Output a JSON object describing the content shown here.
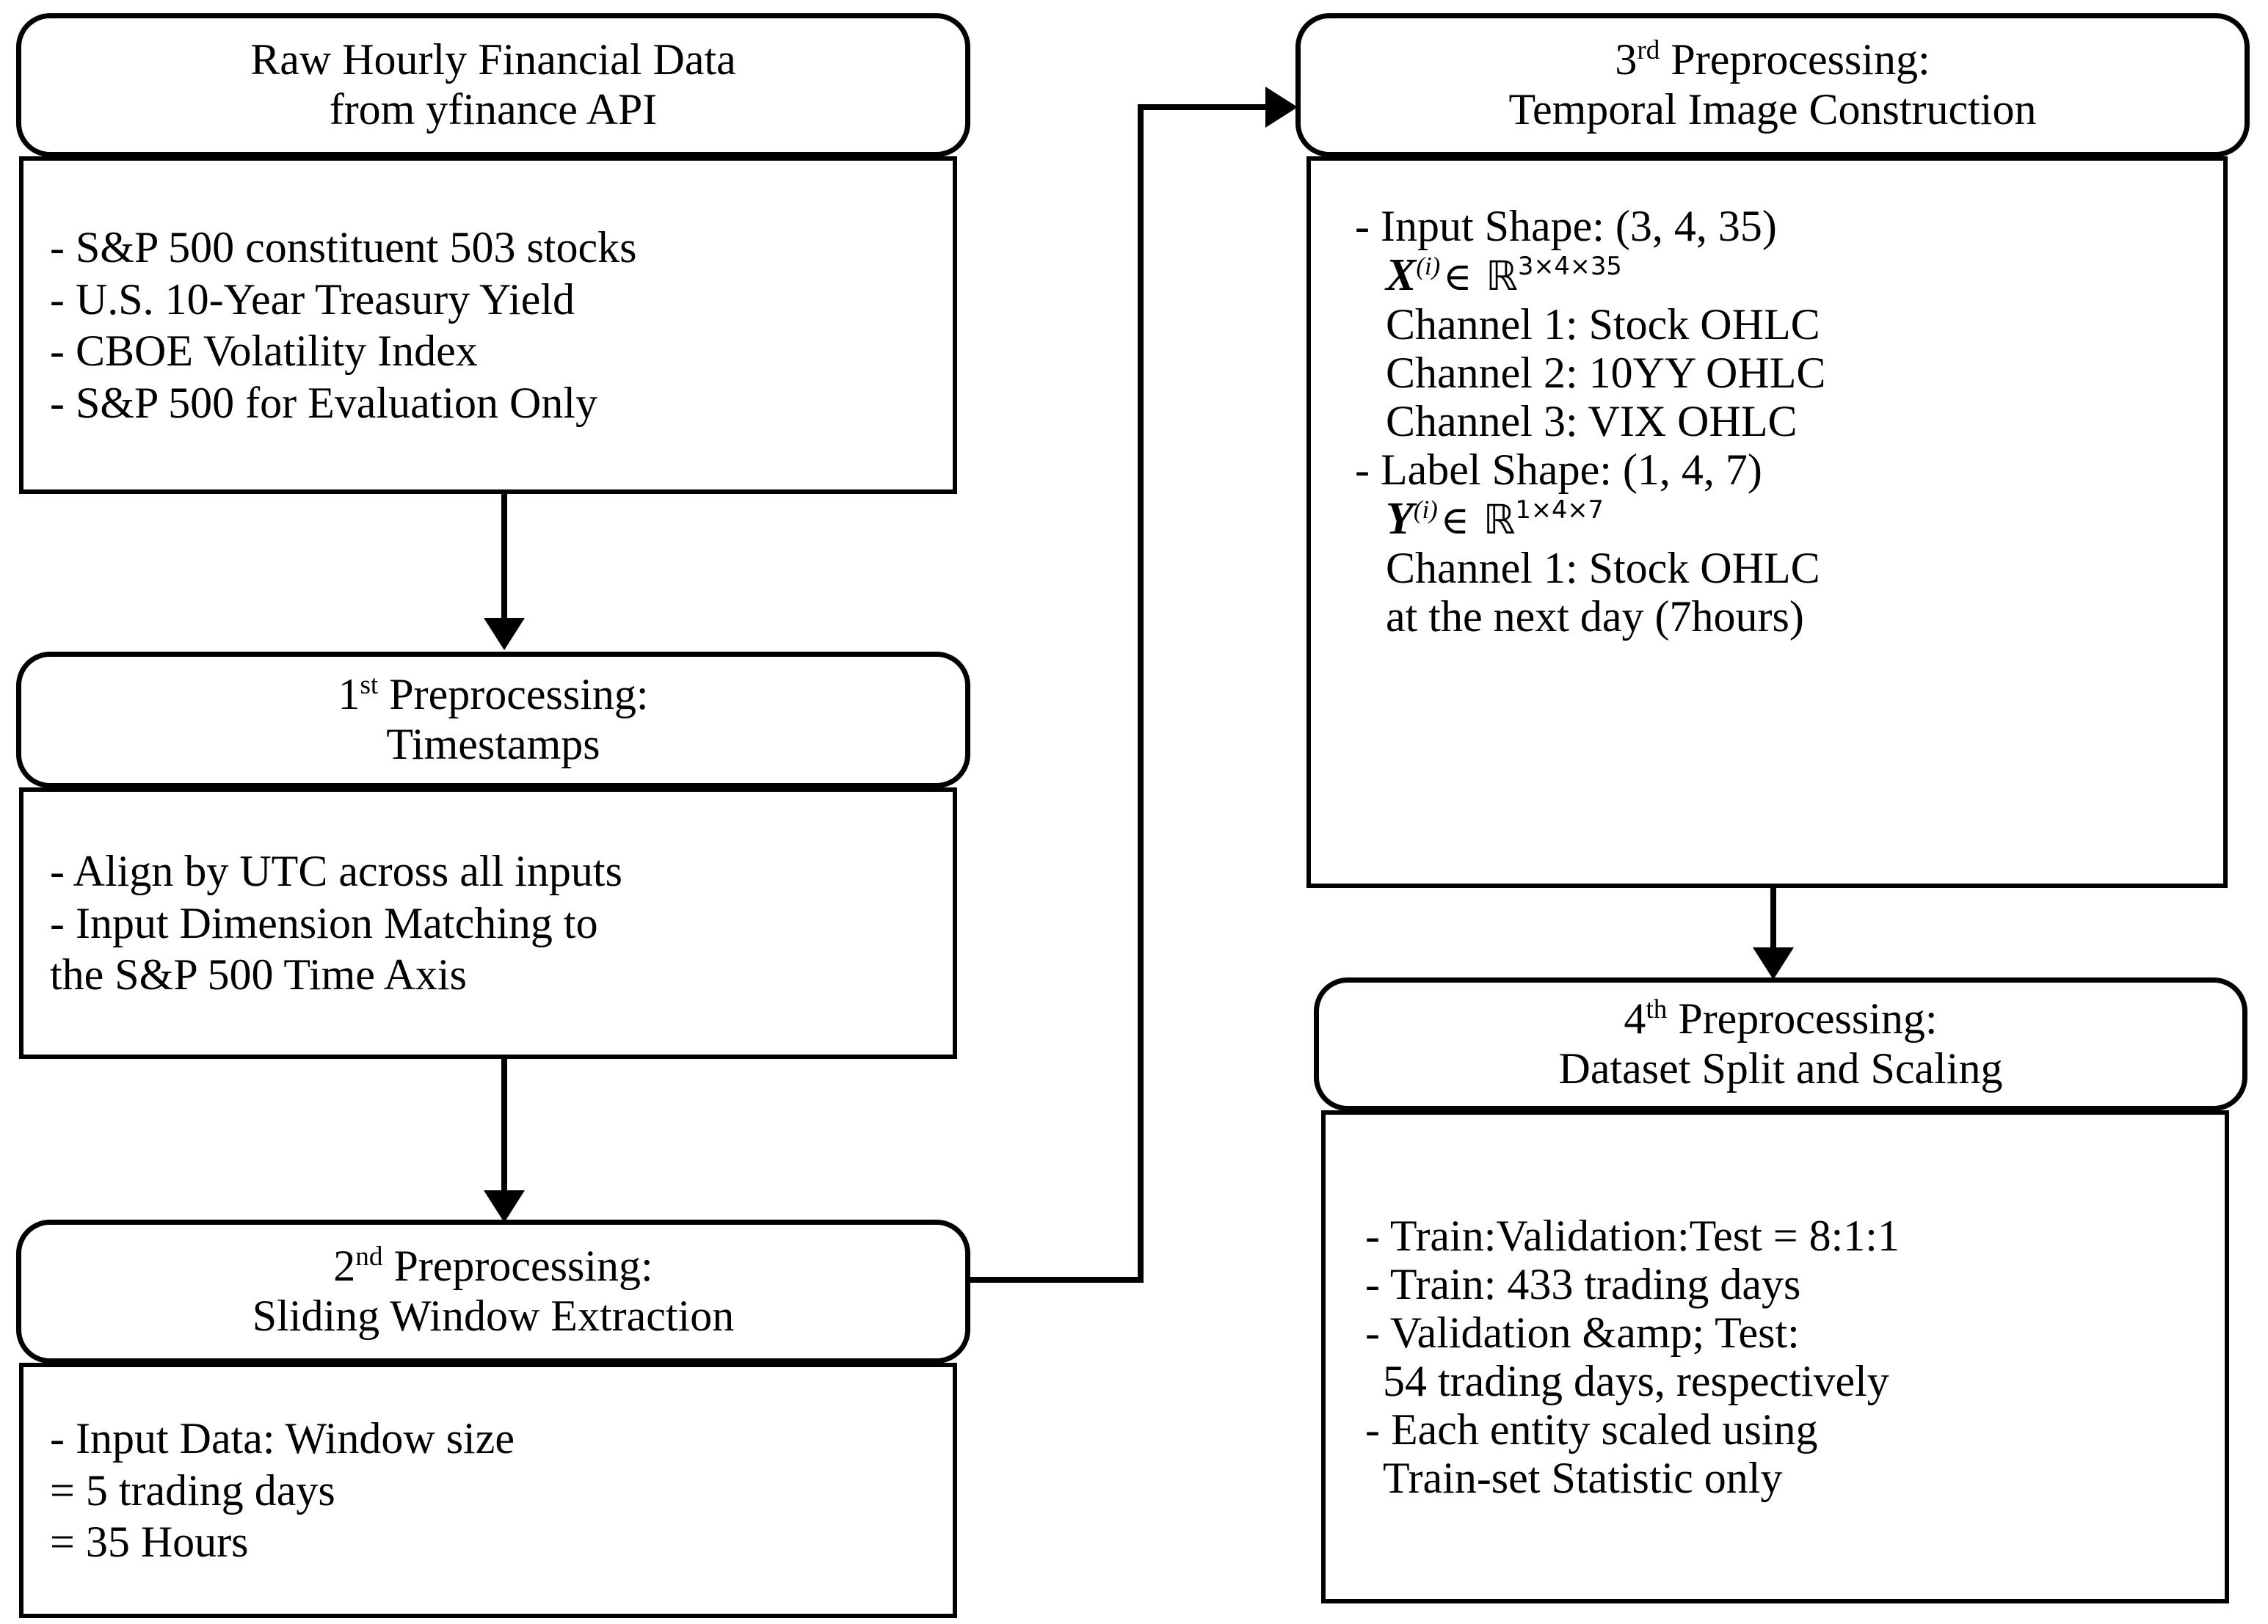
{
  "diagram": {
    "title": "Data Preprocessing Pipeline Flowchart",
    "stroke_color": "#000000",
    "background_color": "#ffffff"
  },
  "nodes": {
    "raw_data": {
      "header": [
        "Raw Hourly Financial Data",
        "from yfinance API"
      ],
      "body": [
        "- S&P 500 constituent 503 stocks",
        "- U.S. 10-Year Treasury Yield",
        "- CBOE Volatility Index",
        "- S&P 500 for Evaluation Only"
      ]
    },
    "prep1": {
      "ordinal": "1",
      "ordinal_suffix": "st",
      "header_line1_rest": " Preprocessing:",
      "header_line2": "Timestamps",
      "body": [
        "- Align by UTC across all inputs",
        "- Input Dimension Matching to",
        "  the S&P 500 Time Axis"
      ]
    },
    "prep2": {
      "ordinal": "2",
      "ordinal_suffix": "nd",
      "header_line1_rest": " Preprocessing:",
      "header_line2": "Sliding Window Extraction",
      "body": [
        "- Input Data: Window size",
        "= 5 trading days",
        "= 35 Hours"
      ]
    },
    "prep3": {
      "ordinal": "3",
      "ordinal_suffix": "rd",
      "header_line1_rest": " Preprocessing:",
      "header_line2": "Temporal Image Construction",
      "body": {
        "input_shape_label": "- Input Shape: (3, 4, 35)",
        "input_math": {
          "var": "X",
          "superscript": "(i)",
          "element_of": "∈",
          "set": "ℝ",
          "dims": "3×4×35"
        },
        "input_channels": [
          "Channel 1: Stock OHLC",
          "Channel 2: 10YY OHLC",
          "Channel 3: VIX OHLC"
        ],
        "label_shape_label": "- Label Shape: (1, 4, 7)",
        "label_math": {
          "var": "Y",
          "superscript": "(i)",
          "element_of": "∈",
          "set": "ℝ",
          "dims": "1×4×7"
        },
        "label_channels": [
          "Channel 1: Stock OHLC",
          "at the next day (7hours)"
        ]
      }
    },
    "prep4": {
      "ordinal": "4",
      "ordinal_suffix": "th",
      "header_line1_rest": " Preprocessing:",
      "header_line2": "Dataset Split and Scaling",
      "body": [
        "- Train:Validation:Test = 8:1:1",
        "- Train: 433 trading days",
        "- Validation &amp; Test:",
        "54 trading days, respectively",
        "- Each entity scaled using",
        "Train-set Statistic only"
      ]
    }
  },
  "connectors": [
    {
      "name": "raw-data-to-prep1",
      "type": "arrow-down"
    },
    {
      "name": "prep1-to-prep2",
      "type": "arrow-down"
    },
    {
      "name": "prep2-to-prep3",
      "type": "elbow-right-up-right-arrow"
    },
    {
      "name": "prep3-to-prep4",
      "type": "arrow-down"
    }
  ]
}
